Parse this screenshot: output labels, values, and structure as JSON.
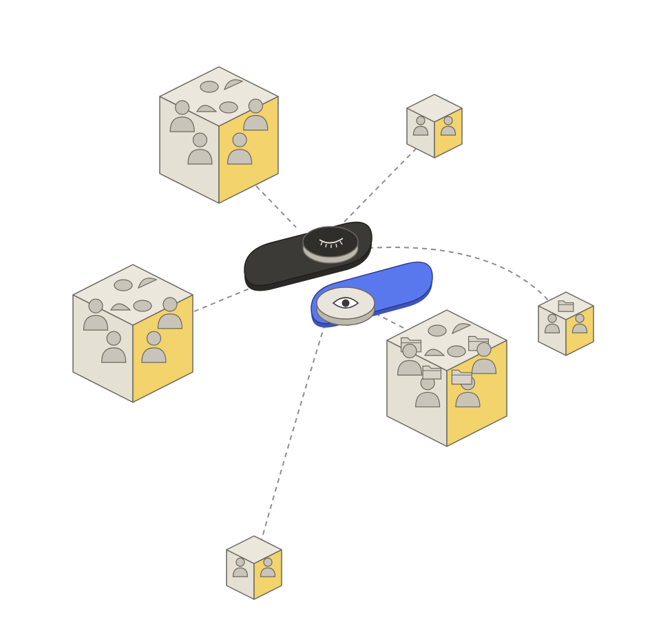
{
  "colors": {
    "background": "#ffffff",
    "cube_top": "#ebe7dc",
    "cube_left": "#e4e0d4",
    "cube_right": "#f2d36c",
    "outline": "#6b675e",
    "glyph_fill": "#c9c4ba",
    "connector": "#8c8c8c",
    "toggle_dark": "#3b3a36",
    "toggle_blue": "#5a78ee",
    "knob": "#e9e5dc"
  },
  "toggles": [
    {
      "name": "privacy-toggle-hidden",
      "state": "off",
      "icon": "closed-eye-icon"
    },
    {
      "name": "privacy-toggle-visible",
      "state": "on",
      "icon": "eye-icon"
    }
  ],
  "cubes": [
    {
      "name": "user-group-cube-top-left",
      "size": "large",
      "contents": [
        "user-icon"
      ]
    },
    {
      "name": "user-group-cube-left",
      "size": "large",
      "contents": [
        "user-icon"
      ]
    },
    {
      "name": "user-group-cube-bottom-right",
      "size": "large",
      "contents": [
        "user-icon",
        "folder-icon"
      ]
    },
    {
      "name": "user-cube-top-right",
      "size": "small",
      "contents": [
        "user-icon"
      ]
    },
    {
      "name": "user-cube-right",
      "size": "small",
      "contents": [
        "user-icon",
        "folder-icon"
      ]
    },
    {
      "name": "user-cube-bottom",
      "size": "small",
      "contents": [
        "user-icon"
      ]
    }
  ]
}
